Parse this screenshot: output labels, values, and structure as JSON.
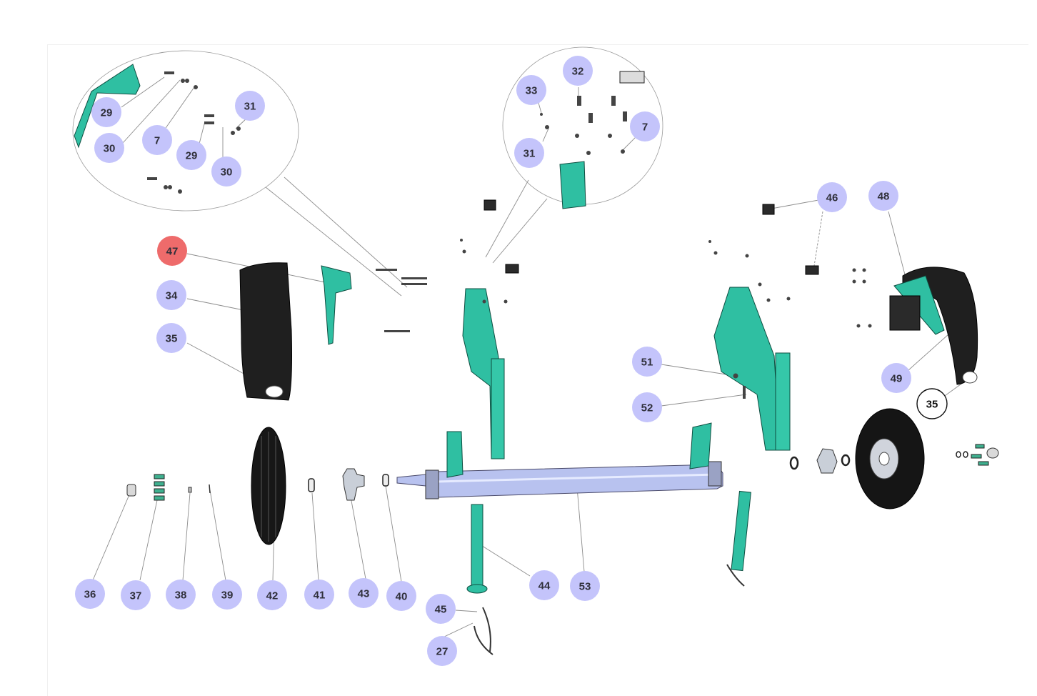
{
  "colors": {
    "callout_fill": "#c4c4fb",
    "callout_text": "#2f2f3a",
    "highlight_fill": "#ee6b6b",
    "outlined_fill": "#ffffff",
    "part_teal": "#2fbfa2",
    "part_dark": "#1c1c1c",
    "axle": "#aab6e8"
  },
  "callouts": [
    {
      "id": "c47",
      "label": "47",
      "style": "highlight"
    },
    {
      "id": "c34",
      "label": "34",
      "style": "normal"
    },
    {
      "id": "c35a",
      "label": "35",
      "style": "normal"
    },
    {
      "id": "c35b",
      "label": "35",
      "style": "outlined"
    },
    {
      "id": "c29a",
      "label": "29",
      "style": "normal"
    },
    {
      "id": "c30a",
      "label": "30",
      "style": "normal"
    },
    {
      "id": "c7a",
      "label": "7",
      "style": "normal"
    },
    {
      "id": "c29b",
      "label": "29",
      "style": "normal"
    },
    {
      "id": "c30b",
      "label": "30",
      "style": "normal"
    },
    {
      "id": "c31a",
      "label": "31",
      "style": "normal"
    },
    {
      "id": "c32",
      "label": "32",
      "style": "normal"
    },
    {
      "id": "c33",
      "label": "33",
      "style": "normal"
    },
    {
      "id": "c7b",
      "label": "7",
      "style": "normal"
    },
    {
      "id": "c31b",
      "label": "31",
      "style": "normal"
    },
    {
      "id": "c46",
      "label": "46",
      "style": "normal"
    },
    {
      "id": "c48",
      "label": "48",
      "style": "normal"
    },
    {
      "id": "c49",
      "label": "49",
      "style": "normal"
    },
    {
      "id": "c51",
      "label": "51",
      "style": "normal"
    },
    {
      "id": "c52",
      "label": "52",
      "style": "normal"
    },
    {
      "id": "c36",
      "label": "36",
      "style": "normal"
    },
    {
      "id": "c37",
      "label": "37",
      "style": "normal"
    },
    {
      "id": "c38",
      "label": "38",
      "style": "normal"
    },
    {
      "id": "c39",
      "label": "39",
      "style": "normal"
    },
    {
      "id": "c42",
      "label": "42",
      "style": "normal"
    },
    {
      "id": "c41",
      "label": "41",
      "style": "normal"
    },
    {
      "id": "c43",
      "label": "43",
      "style": "normal"
    },
    {
      "id": "c40",
      "label": "40",
      "style": "normal"
    },
    {
      "id": "c44",
      "label": "44",
      "style": "normal"
    },
    {
      "id": "c53",
      "label": "53",
      "style": "normal"
    },
    {
      "id": "c45",
      "label": "45",
      "style": "normal"
    },
    {
      "id": "c27",
      "label": "27",
      "style": "normal"
    }
  ]
}
